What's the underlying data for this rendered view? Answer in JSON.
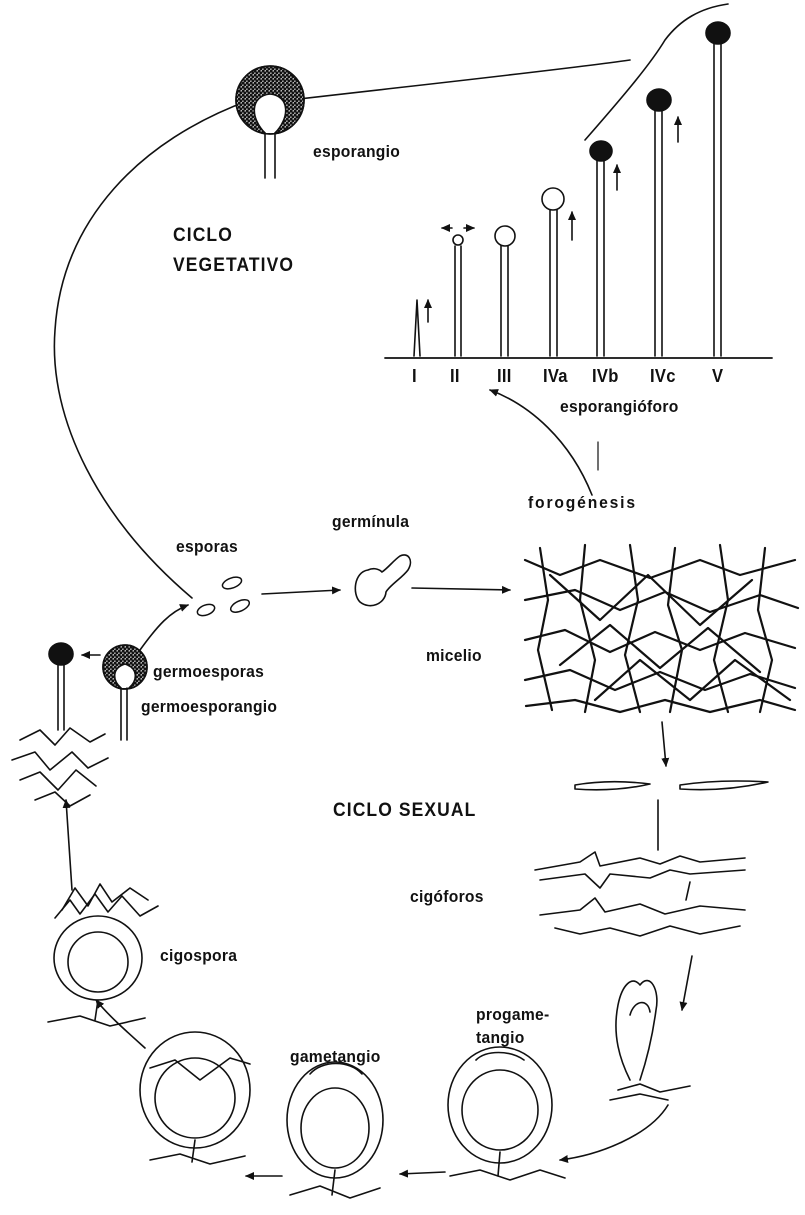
{
  "labels": {
    "esporangio": "esporangio",
    "ciclo_vegetativo_line1": "CICLO",
    "ciclo_vegetativo_line2": "VEGETATIVO",
    "esporangioforo": "esporangióforo",
    "forogenesis": "forogénesis",
    "germinula": "germínula",
    "esporas": "esporas",
    "micelio": "micelio",
    "germoesporas": "germoesporas",
    "germoesporangio": "germoesporangio",
    "ciclo_sexual": "CICLO SEXUAL",
    "cigoforos": "cigóforos",
    "cigospora": "cigospora",
    "progametangio_line1": "progame-",
    "progametangio_line2": "tangio",
    "gametangio": "gametangio"
  },
  "stages": [
    "I",
    "II",
    "III",
    "IVa",
    "IVb",
    "IVc",
    "V"
  ],
  "colors": {
    "ink": "#111111",
    "paper": "#ffffff"
  }
}
